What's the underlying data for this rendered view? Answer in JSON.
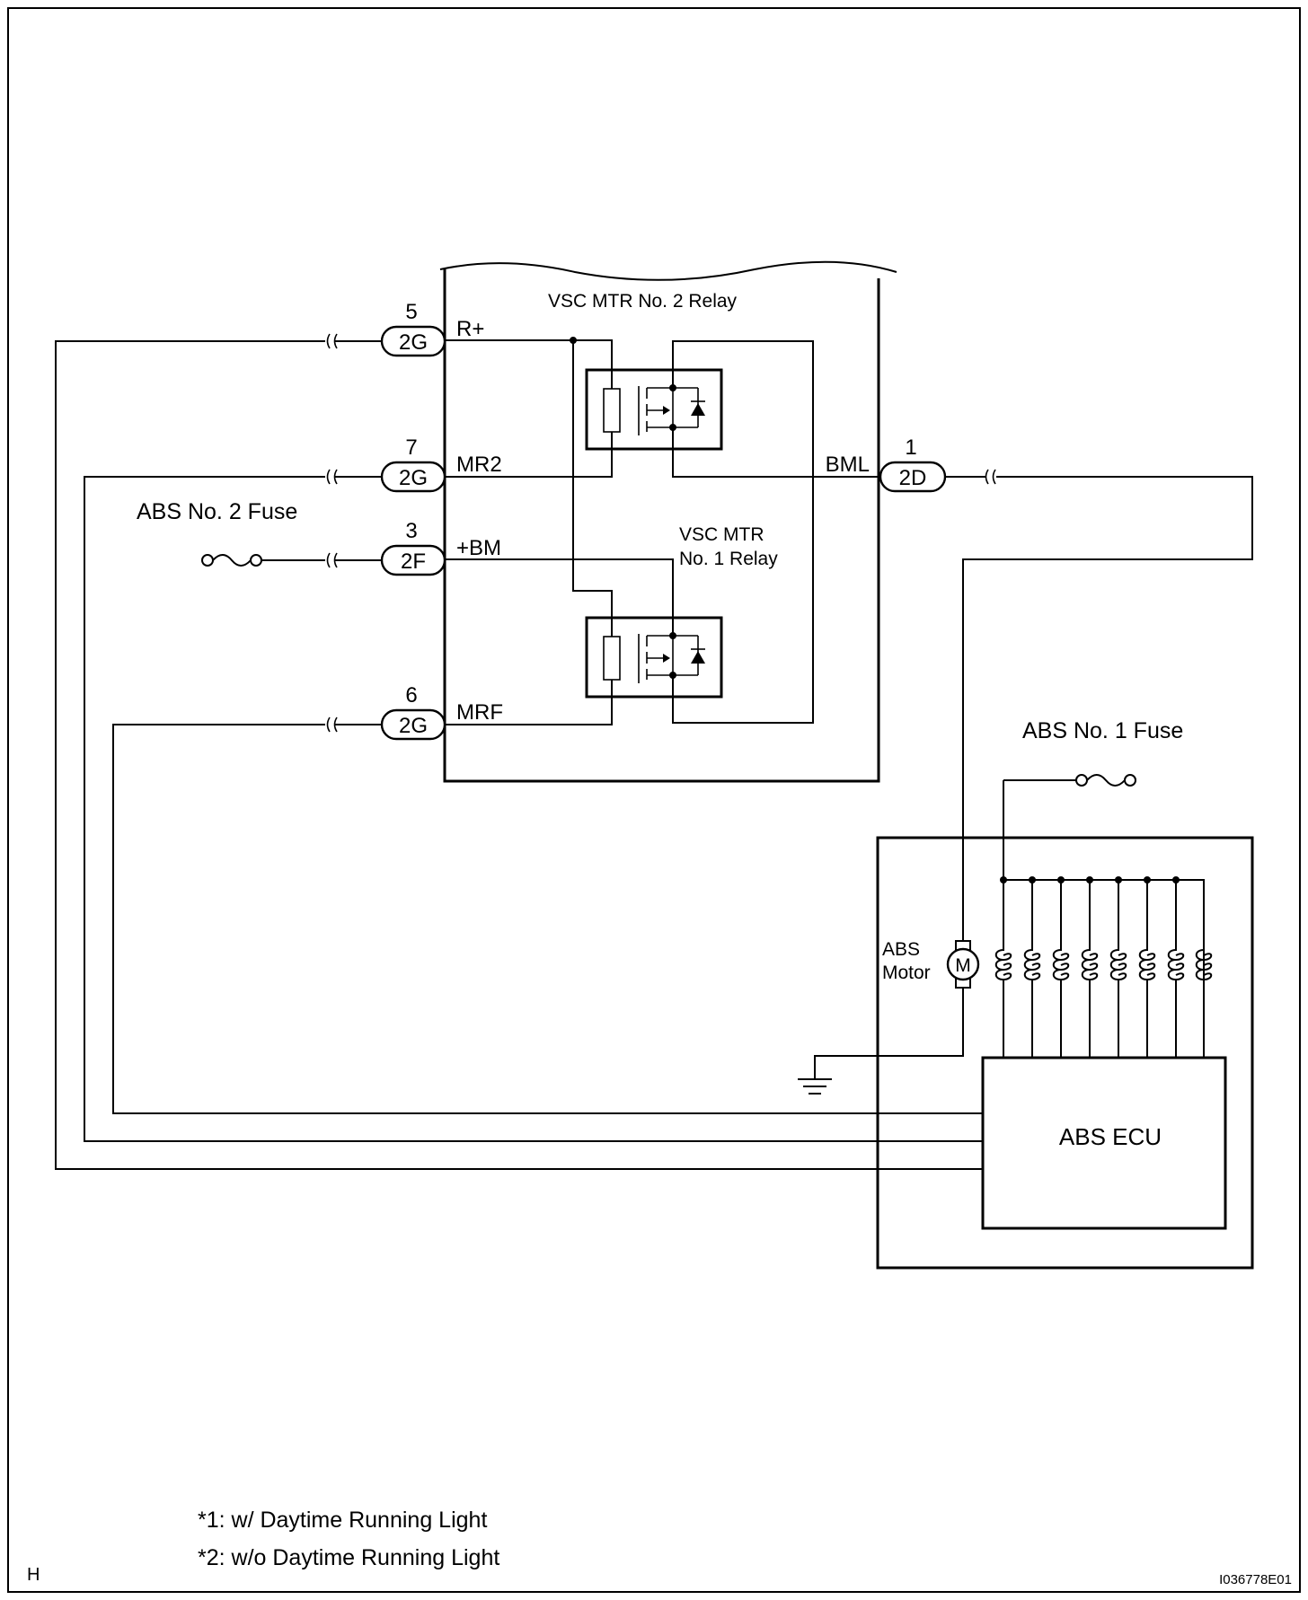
{
  "relays": {
    "relay2_label": "VSC MTR No. 2 Relay",
    "relay1_label_line1": "VSC MTR",
    "relay1_label_line2": "No. 1 Relay"
  },
  "fuses": {
    "abs_no2": "ABS No. 2 Fuse",
    "abs_no1": "ABS No. 1 Fuse"
  },
  "connectors": [
    {
      "pin": "5",
      "name": "2G",
      "terminal": "R+"
    },
    {
      "pin": "7",
      "name": "2G",
      "terminal": "MR2"
    },
    {
      "pin": "3",
      "name": "2F",
      "terminal": "+BM"
    },
    {
      "pin": "6",
      "name": "2G",
      "terminal": "MRF"
    },
    {
      "pin": "1",
      "name": "2D",
      "terminal": "BML"
    }
  ],
  "motor": {
    "label_line1": "ABS",
    "label_line2": "Motor",
    "symbol": "M"
  },
  "ecu": {
    "label": "ABS ECU"
  },
  "notes": [
    "*1: w/ Daytime Running Light",
    "*2: w/o Daytime Running Light"
  ],
  "corner_letter": "H",
  "figure_id": "I036778E01",
  "colors": {
    "line": "#000000",
    "background": "#ffffff"
  }
}
